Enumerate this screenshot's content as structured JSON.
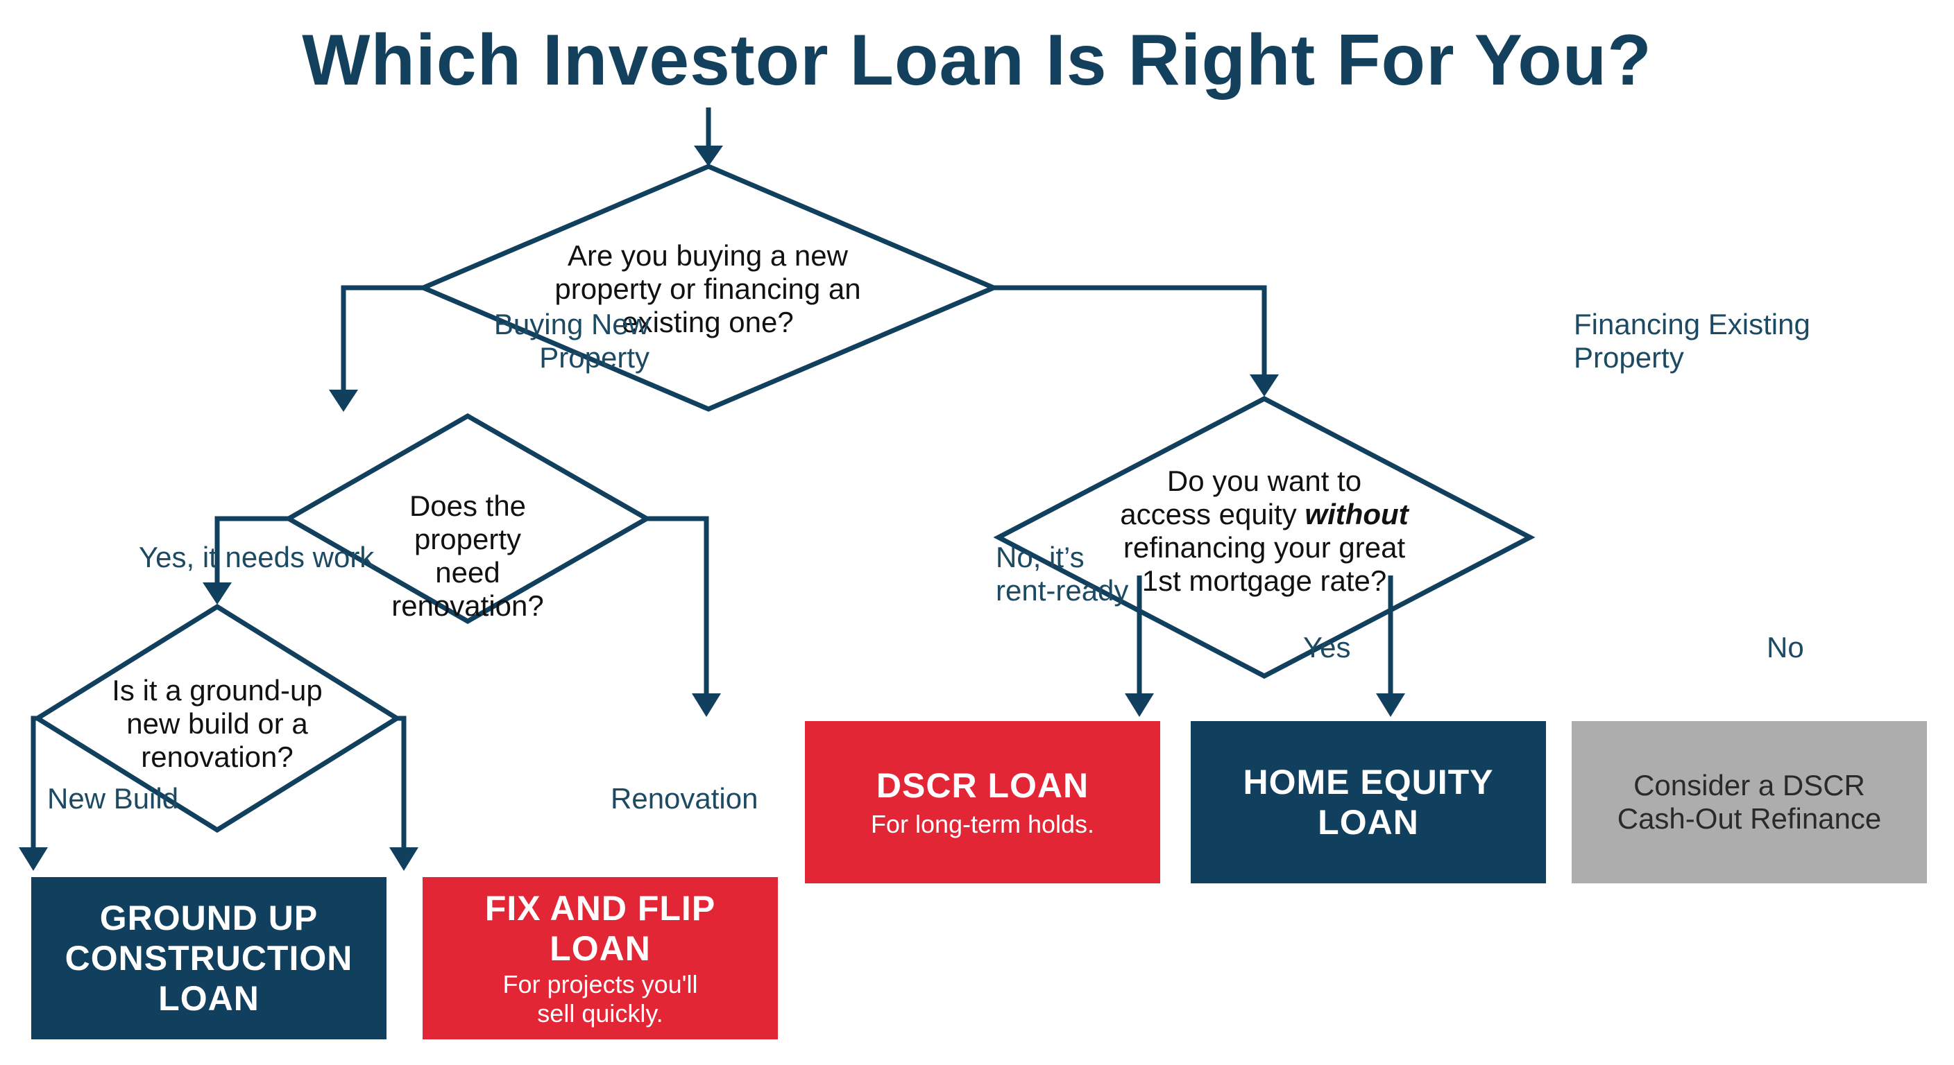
{
  "title": "Which Investor Loan Is Right For You?",
  "questions": {
    "q1": [
      "Are you buying a new",
      "property or financing an",
      "existing one?"
    ],
    "q2": [
      "Does the property",
      "need renovation?"
    ],
    "q3": [
      "Is it a ground-up",
      "new build or a",
      "renovation?"
    ],
    "q4_line1": "Do you want to",
    "q4_line2_pre": "access equity ",
    "q4_line2_em": "without",
    "q4_line3": "refinancing your great",
    "q4_line4": "1st mortgage rate?"
  },
  "labels": {
    "buying_new": [
      "Buying New",
      "Property"
    ],
    "financing_existing": [
      "Financing Existing",
      "Property"
    ],
    "needs_work": "Yes, it needs work",
    "rent_ready": [
      "No, it’s",
      "rent-ready"
    ],
    "new_build": "New Build",
    "renovation": "Renovation",
    "yes": "Yes",
    "no": "No"
  },
  "outcomes": {
    "ground_up": [
      "GROUND UP",
      "CONSTRUCTION",
      "LOAN"
    ],
    "fix_flip": [
      "FIX AND FLIP",
      "LOAN"
    ],
    "fix_flip_sub": [
      "For projects you'll",
      "sell quickly."
    ],
    "dscr": "DSCR LOAN",
    "dscr_sub": "For long-term holds.",
    "home_equity": [
      "HOME EQUITY",
      "LOAN"
    ],
    "dscr_refi": [
      "Consider a DSCR",
      "Cash-Out Refinance"
    ]
  },
  "colors": {
    "navy": "#113f5e",
    "red": "#e32636",
    "grey": "#adadad",
    "line": "#113f5e"
  }
}
